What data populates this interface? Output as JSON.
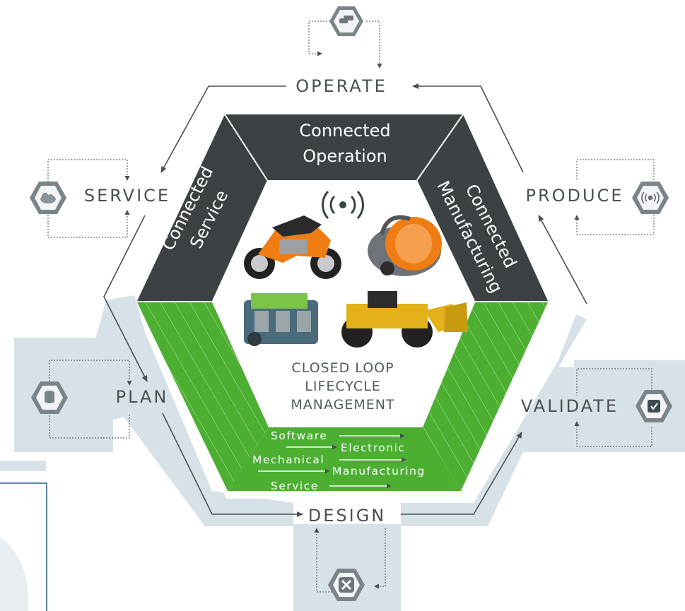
{
  "stages": {
    "operate": "OPERATE",
    "service": "SERVICE",
    "produce": "PRODUCE",
    "plan": "PLAN",
    "validate": "VALIDATE",
    "design": "DESIGN"
  },
  "segments": {
    "top": [
      "Connected",
      "Operation"
    ],
    "left": [
      "Connected",
      "Service"
    ],
    "right": [
      "Connected",
      "Manufacturing"
    ]
  },
  "center": [
    "CLOSED LOOP",
    "LIFECYCLE",
    "MANAGEMENT"
  ],
  "flows": [
    "Software",
    "Electronic",
    "Mechanical",
    "Manufacturing",
    "Service"
  ],
  "icons": {
    "operate": "car-icon",
    "service": "cloud-tools-icon",
    "produce": "wireless-signal-icon",
    "plan": "database-icon",
    "validate": "checkbox-icon",
    "design": "tools-icon"
  },
  "colors": {
    "dark_segment": "#3c4244",
    "green_segment": "#4caf32",
    "light_band": "#d7e1e8",
    "label_gray": "#4a4f52",
    "icon_gray": "#7b8489"
  },
  "products": [
    "motorcycle",
    "vacuum-cleaner",
    "engine",
    "wheel-loader"
  ]
}
